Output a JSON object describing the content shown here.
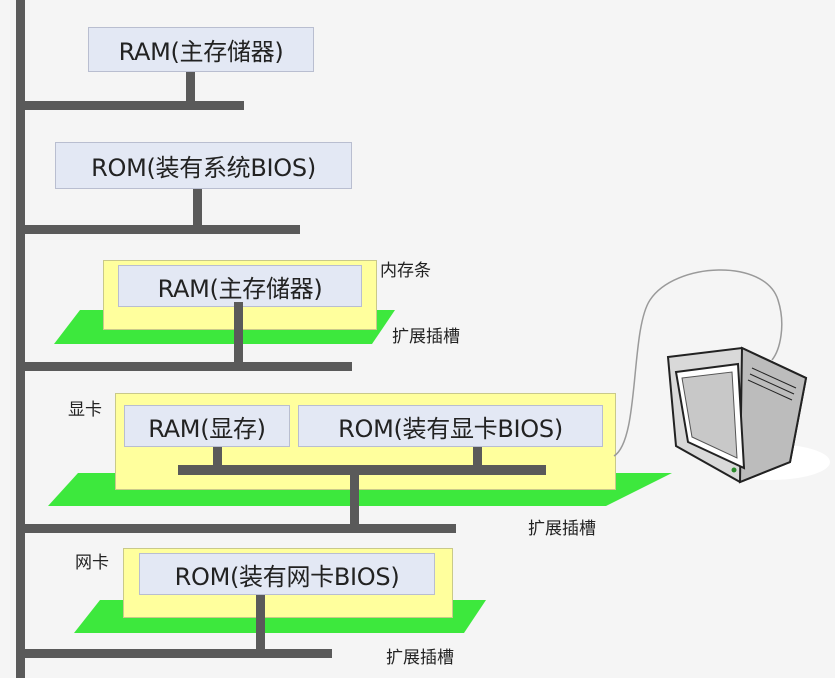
{
  "diagram": {
    "top_ram": "RAM(主存储器)",
    "bios_rom": "ROM(装有系统BIOS)",
    "memory_module": {
      "label": "内存条",
      "chip": "RAM(主存储器)",
      "slot_label": "扩展插槽"
    },
    "graphics_card": {
      "label": "显卡",
      "vram": "RAM(显存)",
      "vrom": "ROM(装有显卡BIOS)",
      "slot_label": "扩展插槽"
    },
    "network_card": {
      "label": "网卡",
      "rom": "ROM(装有网卡BIOS)",
      "slot_label": "扩展插槽"
    },
    "monitor_icon": "monitor-icon"
  }
}
